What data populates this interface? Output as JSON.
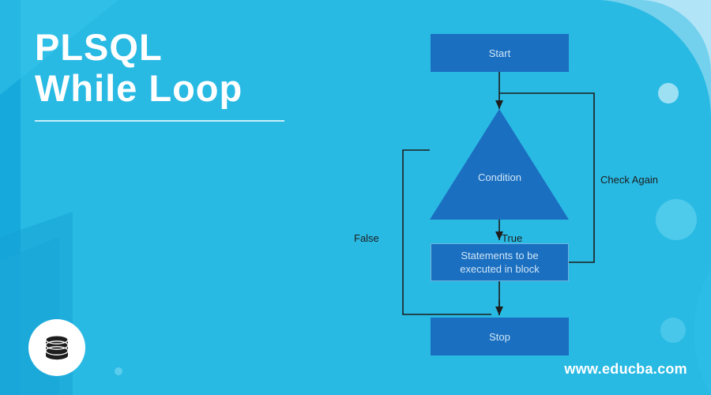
{
  "title": {
    "line1": "PLSQL",
    "line2": "While Loop"
  },
  "flowchart": {
    "type": "flowchart",
    "nodes": [
      {
        "id": "start",
        "shape": "rectangle",
        "label": "Start"
      },
      {
        "id": "condition",
        "shape": "triangle",
        "label": "Condition"
      },
      {
        "id": "statements",
        "shape": "rectangle",
        "label_line1": "Statements to be",
        "label_line2": "executed in block"
      },
      {
        "id": "stop",
        "shape": "rectangle",
        "label": "Stop"
      }
    ],
    "edges": [
      {
        "from": "start",
        "to": "condition",
        "label": ""
      },
      {
        "from": "condition",
        "to": "statements",
        "label": "True"
      },
      {
        "from": "condition",
        "to": "stop",
        "label": "False"
      },
      {
        "from": "statements",
        "to": "condition",
        "label": "Check Again"
      }
    ],
    "labels": {
      "false": "False",
      "true": "True",
      "check_again": "Check Again"
    },
    "colors": {
      "node_fill": "#1b6fc0",
      "node_text": "#cfe6f7",
      "edge": "#1d1d1d",
      "background": "#29bae4"
    }
  },
  "footer": {
    "website": "www.educba.com",
    "logo_icon": "database-icon"
  }
}
